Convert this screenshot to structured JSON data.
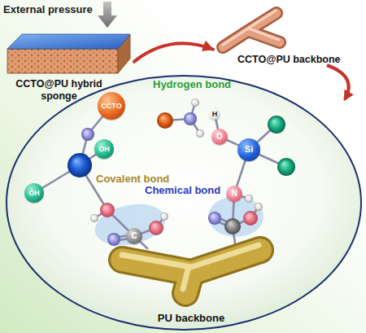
{
  "diagram": {
    "nodes": [
      {
        "text": [
          "CCTO@PU hybrid sponge"
        ]
      },
      {
        "text": [
          "CCTO@PU backbone"
        ]
      },
      {
        "text": [
          "CCTO"
        ]
      },
      {
        "text": [
          "H"
        ]
      },
      {
        "text": [
          "O"
        ]
      },
      {
        "text": [
          "Si"
        ]
      },
      {
        "text": [
          "OH"
        ]
      },
      {
        "text": [
          "OH"
        ]
      },
      {
        "text": [
          "N"
        ]
      },
      {
        "text": [
          "C"
        ]
      },
      {
        "text": [
          "PU backbone"
        ]
      }
    ],
    "edges": [
      {
        "from": 0,
        "to": 1,
        "arrow": "to"
      },
      {
        "from": 3,
        "to": 4,
        "arrow": "none"
      },
      {
        "from": 4,
        "to": 5,
        "arrow": "none"
      },
      {
        "from": 5,
        "to": 8,
        "arrow": "none"
      },
      {
        "from": 9,
        "to": 10,
        "arrow": "none"
      }
    ],
    "labels": [
      "External pressure",
      "Hydrogen bond",
      "Covalent bond",
      "Chemical bond"
    ]
  }
}
